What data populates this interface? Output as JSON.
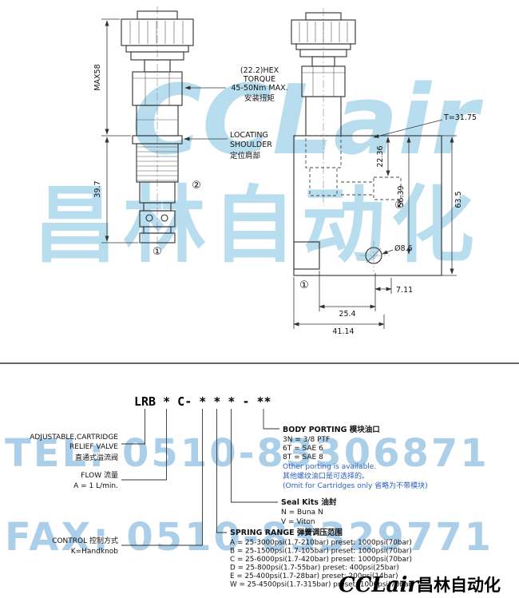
{
  "watermark": {
    "brand": "CCLair",
    "brand_cn": "昌林自动化",
    "tel": "TEL: 0510-83306871",
    "fax": "FAX: 0510-83329771"
  },
  "footer_logo": {
    "latin": "CCLair",
    "cn": "昌林自动化"
  },
  "left_view": {
    "dims": {
      "overall": "MAX58",
      "lower": "39.7"
    },
    "hex_note": [
      "(22.2)HEX",
      "TORQUE",
      "45-50Nm MAX.",
      "安装扭矩"
    ],
    "locating_note": [
      "LOCATING",
      "SHOULDER",
      "定位肩部"
    ],
    "marker_1": "①",
    "marker_2": "②"
  },
  "right_view": {
    "dims": {
      "thread": "T=31.75",
      "port_depth": "22.36",
      "hole_depth": "56.39",
      "height": "63.5",
      "hole_dia": "Ø8.6",
      "hole_offset": "7.11",
      "port_offset": "25.4",
      "width": "41.14"
    },
    "marker_1": "①",
    "marker_2": "②"
  },
  "model_code": {
    "display": "LRB * C- * * * - **"
  },
  "callouts": {
    "valve_type": [
      "ADJUSTABLE,CARTRIDGE",
      "RELIEF VALVE",
      "直通式溢流阀"
    ],
    "flow": [
      "FLOW 流量",
      "A = 1 L/min."
    ],
    "control": [
      "CONTROL 控制方式",
      "K=Handknob"
    ],
    "body_porting": {
      "title": "BODY PORTING 模块油口",
      "options": [
        "3N = 3/8 PTF",
        "6T = SAE 6",
        "8T = SAE 8"
      ],
      "notes": [
        "Other porting is available.",
        "其他螺纹油口是可选择的。",
        "(Omit for Cartridges only 省略为不带模块)"
      ]
    },
    "seal_kits": {
      "title": "Seal Kits 油封",
      "options": [
        "N = Buna N",
        "V = Viton"
      ]
    },
    "spring_range": {
      "title": "SPRING RANGE  弹簧调压范围",
      "options": [
        "A = 25-3000psi(1.7-210bar)  preset: 1000psi(70bar)",
        "B = 25-1500psi(1.7-105bar)  preset: 1000psi(70bar)",
        "C = 25-6000psi(1.7-420bar)  preset: 1000psi(70bar)",
        "D = 25-800psi(1.7-55bar)  preset: 400psi(25bar)",
        "E = 25-400psi(1.7-28bar)  preset: 200psi(14bar)",
        "W = 25-4500psi(1.7-315bar)  preset: 1000psi(70bar)"
      ]
    }
  }
}
